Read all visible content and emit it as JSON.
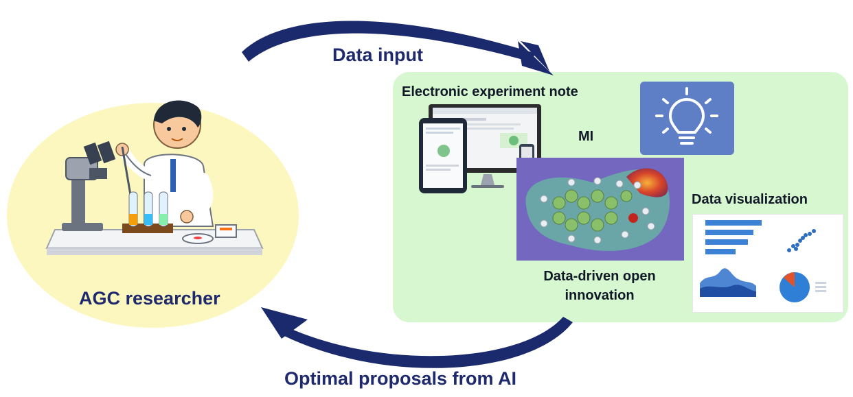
{
  "labels": {
    "data_input": "Data input",
    "electronic_note": "Electronic experiment note",
    "mi": "MI",
    "data_visualization": "Data visualization",
    "open_innovation_line1": "Data-driven open",
    "open_innovation_line2": "innovation",
    "researcher": "AGC researcher",
    "optimal_proposals": "Optimal proposals from AI"
  },
  "colors": {
    "arrow": "#1a2a6c",
    "label_text": "#1f2a6e",
    "green_panel": "#d6f7cf",
    "yellow_ellipse": "#fbf7be",
    "bulb_box": "#5e7ec6",
    "molecule_bg": "#7467bf"
  },
  "icons": {
    "bulb": "lightbulb-icon",
    "researcher": "scientist-at-microscope-illustration",
    "devices": "tablet-and-monitor-icon",
    "molecule": "molecular-model-image",
    "charts": "dashboard-charts-thumbnail"
  }
}
